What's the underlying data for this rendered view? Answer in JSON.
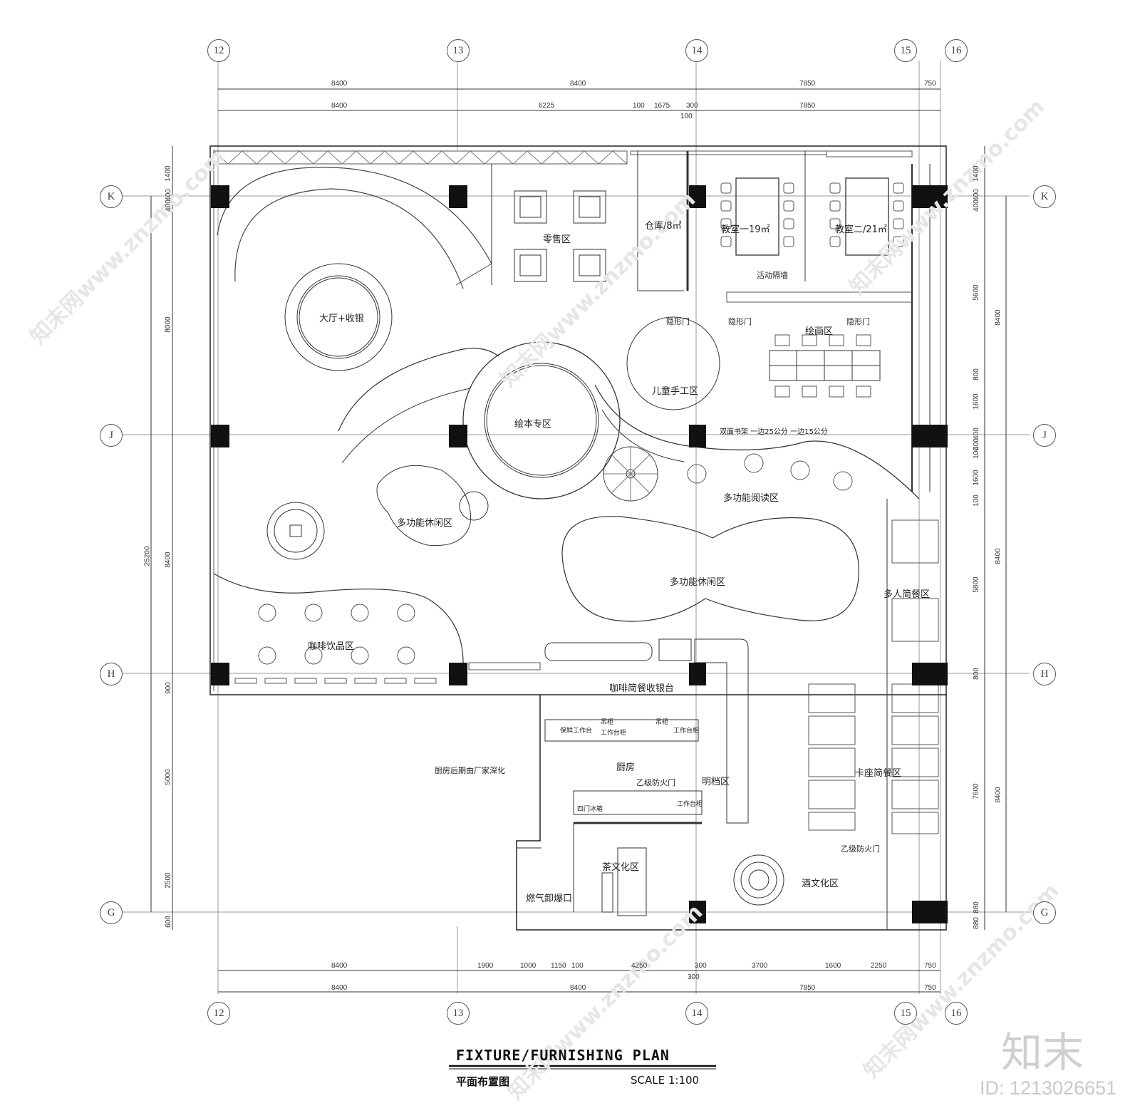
{
  "grid": {
    "columns_top": [
      "12",
      "13",
      "14",
      "15",
      "16"
    ],
    "columns_bottom": [
      "12",
      "13",
      "14",
      "15",
      "16"
    ],
    "rows_left": [
      "K",
      "J",
      "H",
      "G"
    ],
    "rows_right": [
      "K",
      "J",
      "H",
      "G"
    ]
  },
  "dims": {
    "top_outer": [
      "8400",
      "8400",
      "7850",
      "750"
    ],
    "top_inner": [
      "8400",
      "6225",
      "100",
      "1675",
      "300",
      "7850"
    ],
    "top_inner_extra": "100",
    "bottom_inner": [
      "8400",
      "1900",
      "1000",
      "1150",
      "100",
      "4250",
      "300",
      "3700",
      "1600",
      "2250",
      "750"
    ],
    "bottom_outer": [
      "8400",
      "8400",
      "7850",
      "750"
    ],
    "bottom_outer_extra": "300",
    "left_inner": [
      "1400",
      "400",
      "400",
      "8000",
      "8400",
      "900",
      "5000",
      "2500",
      "600"
    ],
    "left_total": "25200",
    "right_inner": [
      "1400",
      "400",
      "400",
      "5600",
      "800",
      "1600",
      "400",
      "400",
      "100",
      "1600",
      "100",
      "5800",
      "800",
      "7600",
      "880",
      "880"
    ],
    "right_outer": [
      "8400",
      "8400",
      "8400"
    ]
  },
  "rooms": {
    "lobby": "大厅+收银",
    "retail": "零售区",
    "storage": "仓库/8㎡",
    "classroom1": "教室一19㎡",
    "classroom2": "教室二/21㎡",
    "partition": "活动隔墙",
    "hidden_door": "隐形门",
    "painting": "绘画区",
    "kids_craft": "儿童手工区",
    "picture_book": "绘本专区",
    "bookshelf": "双面书架  一边25公分  一边15公分",
    "reading": "多功能阅读区",
    "leisure_left": "多功能休闲区",
    "leisure_center": "多功能休闲区",
    "group_dining": "多人简餐区",
    "coffee_drinks": "咖啡饮品区",
    "cashier": "咖啡简餐收银台",
    "prep_table": "保鲜工作台",
    "wall_cabinet": "吊柜",
    "work_cabinet": "工作台柜",
    "kitchen": "厨房",
    "kitchen_note": "厨房后期由厂家深化",
    "open_kitchen": "明档区",
    "fire_door": "乙级防火门",
    "fridge": "四门冰箱",
    "work_counter": "工作台柜",
    "booth_dining": "卡座简餐区",
    "tea": "茶文化区",
    "wine": "酒文化区",
    "gas": "燃气卸爆口"
  },
  "title": {
    "main": "FIXTURE/FURNISHING PLAN",
    "sub": "平面布置图",
    "scale": "SCALE 1:100"
  },
  "watermark": {
    "text": "知末网www.znzmo.com",
    "logo": "知末",
    "id": "ID: 1213026651"
  }
}
